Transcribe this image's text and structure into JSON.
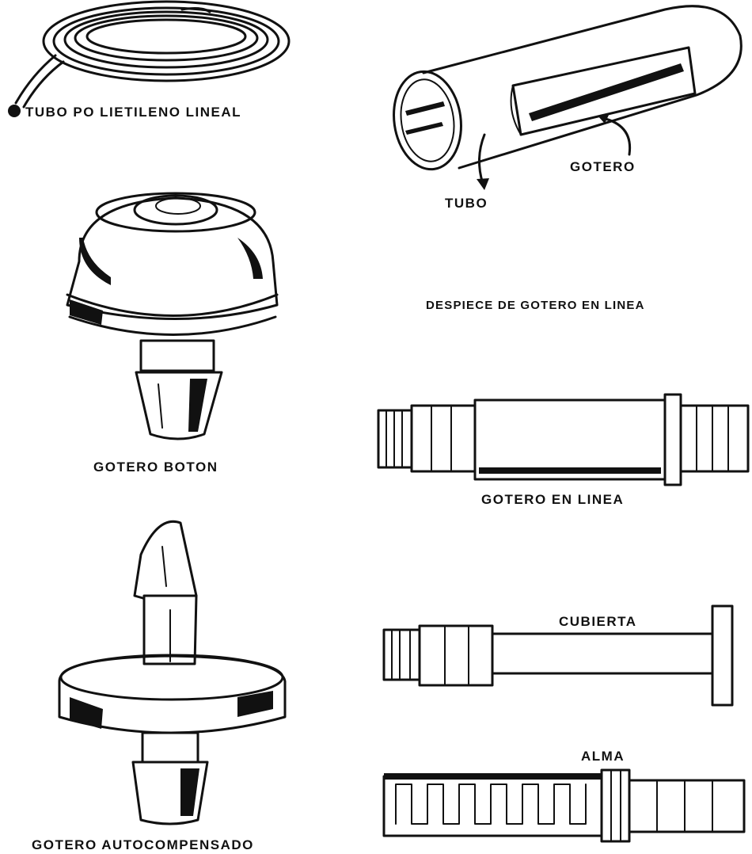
{
  "colors": {
    "ink": "#111111",
    "paper": "#ffffff"
  },
  "labels": {
    "tubo_polietileno": "TUBO PO LIETILENO LINEAL",
    "tubo": "TUBO",
    "gotero": "GOTERO",
    "despiece": "DESPIECE DE GOTERO EN LINEA",
    "gotero_boton": "GOTERO BOTON",
    "gotero_en_linea": "GOTERO EN LINEA",
    "cubierta": "CUBIERTA",
    "alma": "ALMA",
    "gotero_autocompensado": "GOTERO AUTOCOMPENSADO"
  }
}
